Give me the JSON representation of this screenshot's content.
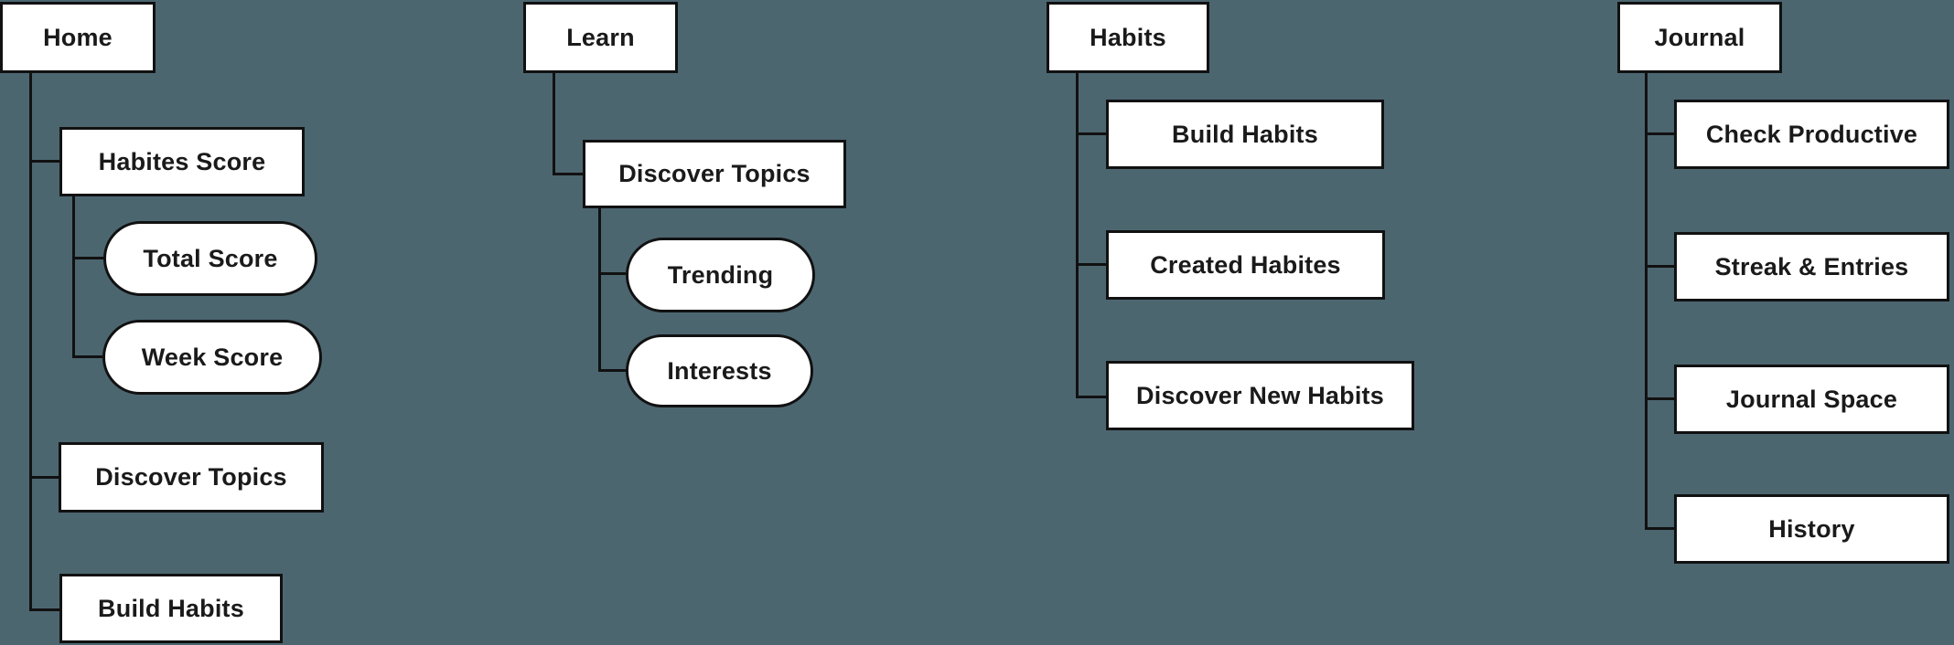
{
  "canvas": {
    "background_color": "#4C6670",
    "node_fill_color": "#FFFFFF",
    "connector_color": "#111111",
    "text_color": "#1A1A1A"
  },
  "trees": [
    {
      "id": "home",
      "root": {
        "label": "Home",
        "shape": "rect"
      },
      "children": [
        {
          "label": "Habites Score",
          "shape": "rect",
          "children": [
            {
              "label": "Total Score",
              "shape": "pill"
            },
            {
              "label": "Week Score",
              "shape": "pill"
            }
          ]
        },
        {
          "label": "Discover Topics",
          "shape": "rect"
        },
        {
          "label": "Build Habits",
          "shape": "rect"
        }
      ]
    },
    {
      "id": "learn",
      "root": {
        "label": "Learn",
        "shape": "rect"
      },
      "children": [
        {
          "label": "Discover Topics",
          "shape": "rect",
          "children": [
            {
              "label": "Trending",
              "shape": "pill"
            },
            {
              "label": "Interests",
              "shape": "pill"
            }
          ]
        }
      ]
    },
    {
      "id": "habits",
      "root": {
        "label": "Habits",
        "shape": "rect"
      },
      "children": [
        {
          "label": "Build Habits",
          "shape": "rect"
        },
        {
          "label": "Created Habites",
          "shape": "rect"
        },
        {
          "label": "Discover New Habits",
          "shape": "rect"
        }
      ]
    },
    {
      "id": "journal",
      "root": {
        "label": "Journal",
        "shape": "rect"
      },
      "children": [
        {
          "label": "Check Productive",
          "shape": "rect"
        },
        {
          "label": "Streak & Entries",
          "shape": "rect"
        },
        {
          "label": "Journal Space",
          "shape": "rect"
        },
        {
          "label": "History",
          "shape": "rect"
        }
      ]
    }
  ]
}
